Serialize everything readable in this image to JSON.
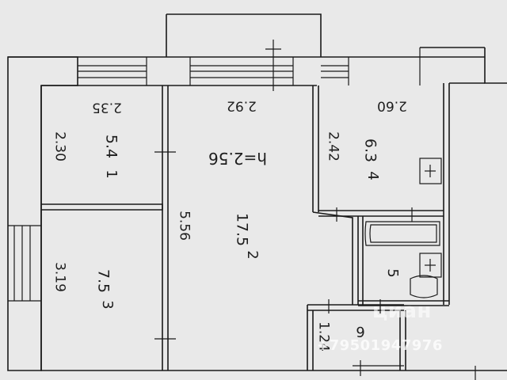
{
  "colors": {
    "paper": "#e9e9e9",
    "line": "#1a1a1a",
    "wall_fill": "#e3e3e3"
  },
  "rooms": [
    {
      "number": "1",
      "area": "5.4",
      "dims": [
        "2.35",
        "2.30"
      ]
    },
    {
      "number": "2",
      "area": "17.5",
      "dims": [
        "2.92",
        "5.56"
      ],
      "height": "h=2.56"
    },
    {
      "number": "3",
      "area": "7.5",
      "dims": [
        "3.19"
      ]
    },
    {
      "number": "4",
      "area": "6.3",
      "dims": [
        "2.60",
        "2.42"
      ]
    },
    {
      "number": "5"
    },
    {
      "number": "6",
      "dims": [
        "1.24"
      ]
    }
  ],
  "watermark": {
    "brand": "циан",
    "phone": "+79501947976"
  }
}
